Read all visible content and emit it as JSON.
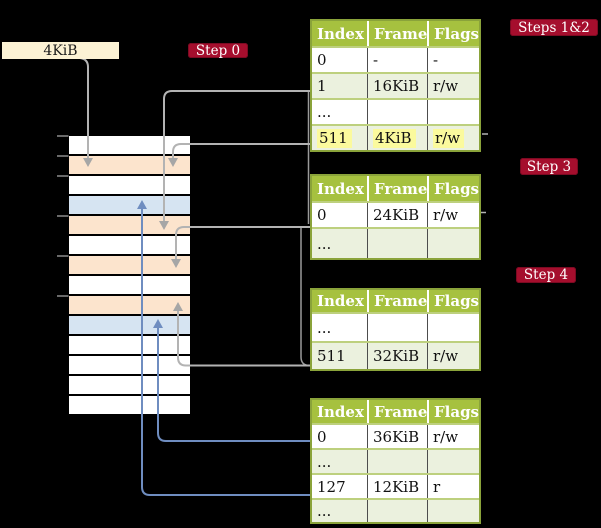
{
  "title_box": {
    "label": "4KiB"
  },
  "badges": {
    "step0": "Step 0",
    "steps12": "Steps 1&2",
    "step3": "Step 3",
    "step4": "Step 4"
  },
  "memory": {
    "rows": [
      "white",
      "orange",
      "white",
      "blue",
      "orange",
      "white",
      "orange",
      "white",
      "orange",
      "blue",
      "white",
      "white",
      "white",
      "white"
    ]
  },
  "tables": [
    {
      "header": [
        "Index",
        "Frame",
        "Flags"
      ],
      "rows": [
        {
          "cells": [
            "0",
            "-",
            "-"
          ],
          "shaded": false,
          "highlighted": false
        },
        {
          "cells": [
            "1",
            "16KiB",
            "r/w"
          ],
          "shaded": true,
          "highlighted": false
        },
        {
          "cells": [
            "...",
            "",
            ""
          ],
          "shaded": false,
          "highlighted": false
        },
        {
          "cells": [
            "511",
            "4KiB",
            "r/w"
          ],
          "shaded": true,
          "highlighted": true
        }
      ]
    },
    {
      "header": [
        "Index",
        "Frame",
        "Flags"
      ],
      "rows": [
        {
          "cells": [
            "0",
            "24KiB",
            "r/w"
          ],
          "shaded": false,
          "highlighted": false
        },
        {
          "cells": [
            "...",
            "",
            ""
          ],
          "shaded": true,
          "highlighted": false
        }
      ]
    },
    {
      "header": [
        "Index",
        "Frame",
        "Flags"
      ],
      "rows": [
        {
          "cells": [
            "...",
            "",
            ""
          ],
          "shaded": false,
          "highlighted": false
        },
        {
          "cells": [
            "511",
            "32KiB",
            "r/w"
          ],
          "shaded": true,
          "highlighted": false
        }
      ]
    },
    {
      "header": [
        "Index",
        "Frame",
        "Flags"
      ],
      "rows": [
        {
          "cells": [
            "0",
            "36KiB",
            "r/w"
          ],
          "shaded": false,
          "highlighted": false
        },
        {
          "cells": [
            "...",
            "",
            ""
          ],
          "shaded": true,
          "highlighted": false
        },
        {
          "cells": [
            "127",
            "12KiB",
            "r"
          ],
          "shaded": false,
          "highlighted": false
        },
        {
          "cells": [
            "...",
            "",
            ""
          ],
          "shaded": true,
          "highlighted": false
        }
      ]
    }
  ],
  "colors": {
    "badge_red": "#a50e2d",
    "table_header_green": "#a6c13f",
    "table_row_green": "#ebf1de",
    "table_border_green": "#8aa33a",
    "row_divider_green": "#bdd07e",
    "frame_orange": "#fce4cd",
    "frame_blue": "#d6e4f2",
    "cream": "#fcf2d4",
    "highlight_yellow": "#fbfa9d",
    "arrow_gray": "#b3b3b3",
    "arrow_blue": "#6f8dc0"
  }
}
